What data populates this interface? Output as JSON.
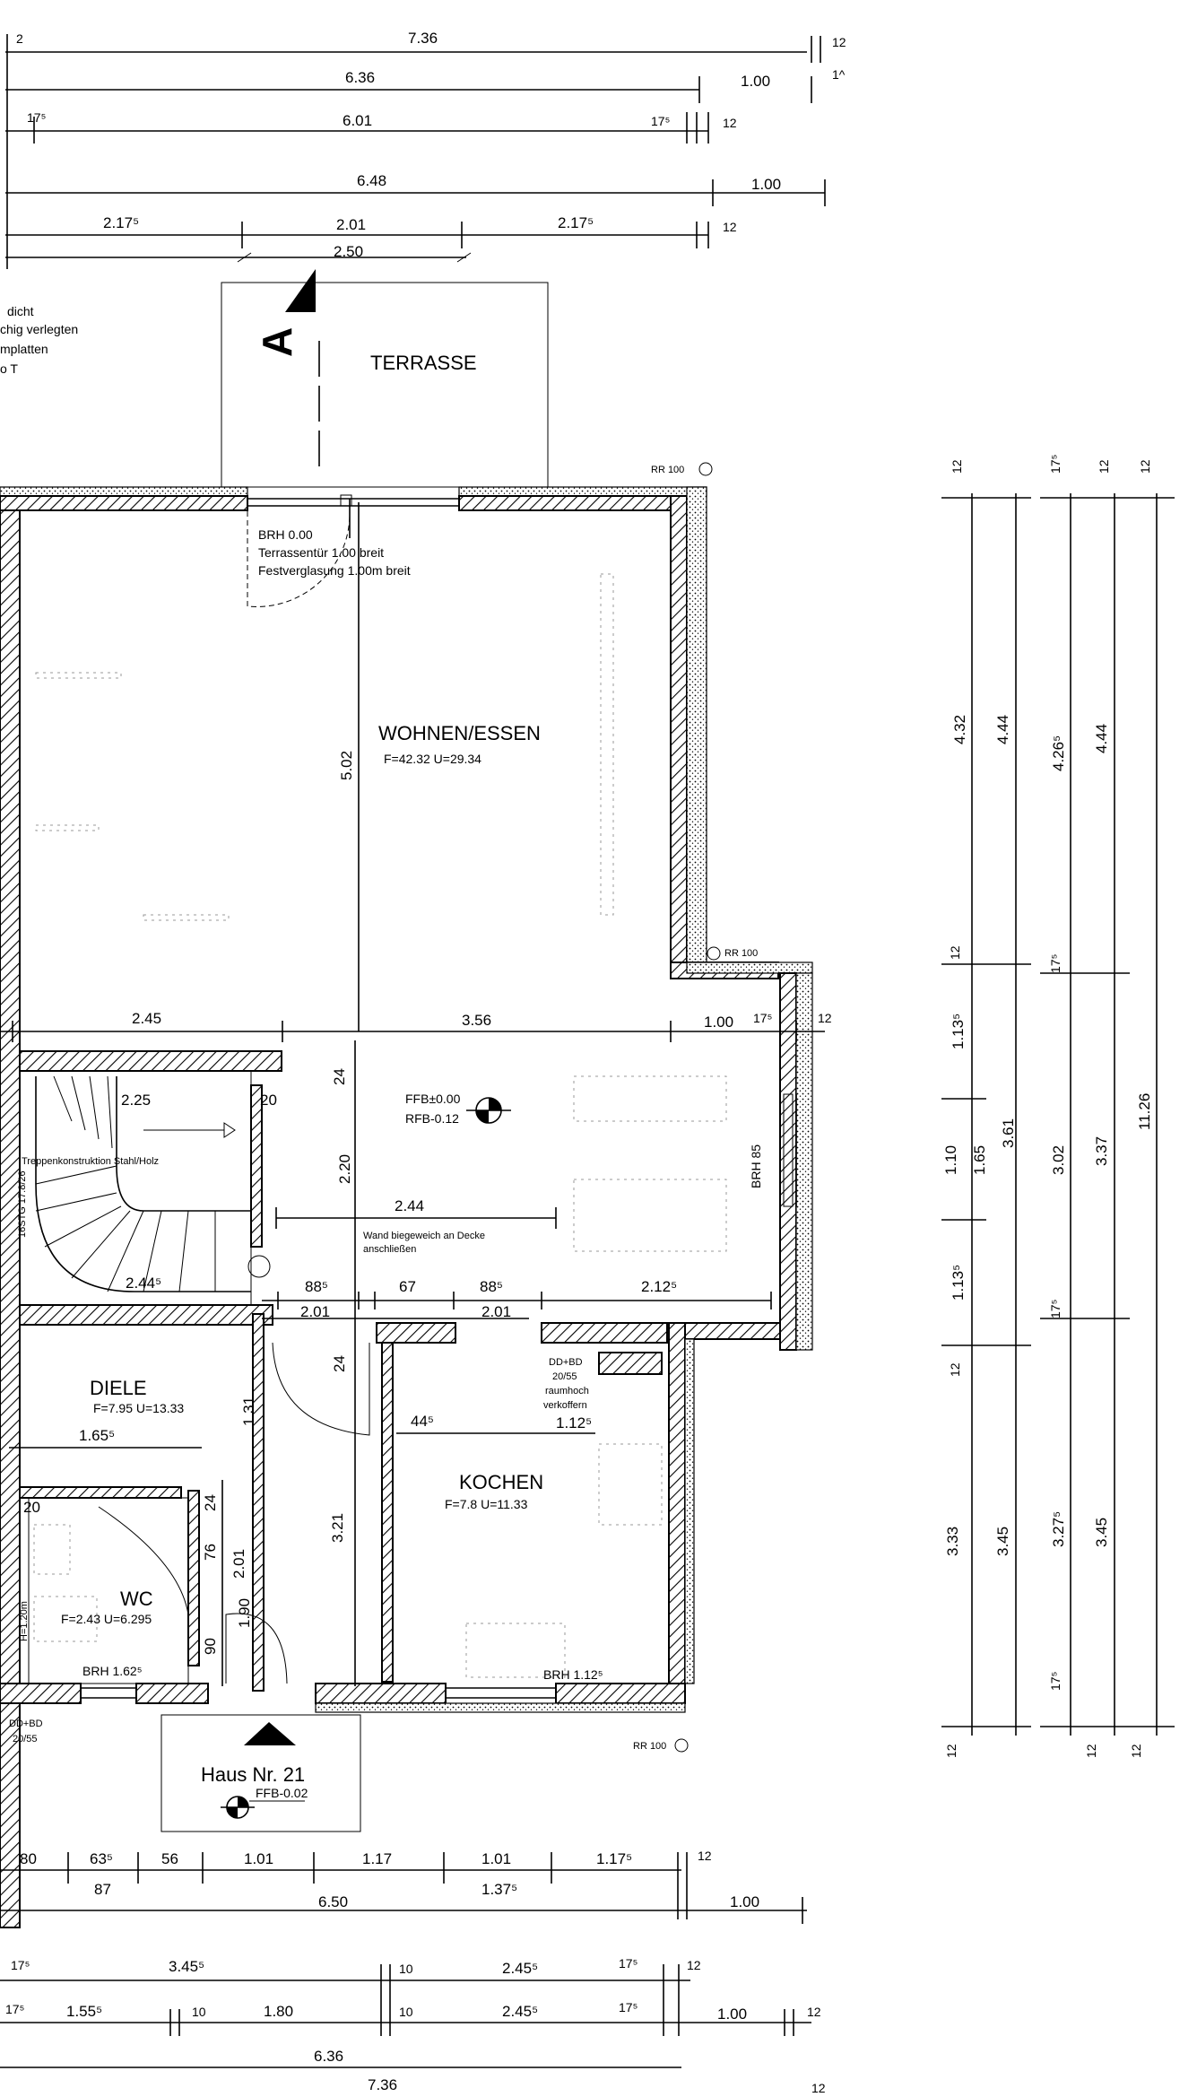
{
  "top_dims": {
    "r1_total": "7.36",
    "r1_right": "12",
    "r1_left": "2",
    "r2_total": "6.36",
    "r2_right": "1.00",
    "r2_far": "1^",
    "r3_left": "17⁵",
    "r3_mid": "6.01",
    "r3_right": "17⁵",
    "r3_far": "12",
    "r4_mid": "6.48",
    "r4_right": "1.00",
    "r5_a": "2.17⁵",
    "r5_b": "2.01",
    "r5_c": "2.17⁵",
    "r5_far": "12",
    "r6_mid": "2.50"
  },
  "note_left": [
    "dicht",
    "chig verlegten",
    "mplatten",
    "o T"
  ],
  "section_marker": "A",
  "terrace": "TERRASSE",
  "rr_labels": [
    "RR 100",
    "RR 100",
    "RR 100"
  ],
  "door_note": [
    "BRH 0.00",
    "Terrassentür 1.00 breit",
    "Festverglasung 1.00m breit"
  ],
  "living": {
    "name": "WOHNEN/ESSEN",
    "area": "F=42.32 U=29.34",
    "depth": "5.02"
  },
  "mid_dims": {
    "a": "2.45",
    "b": "3.56",
    "c": "1.00",
    "d": "17⁵",
    "e": "12",
    "stair_w": "2.25",
    "stair_gap": "20",
    "h24a": "24",
    "h220": "2.20",
    "wall_len": "2.44",
    "stair_bottom": "2.44⁵",
    "b1": "88⁵",
    "b2": "67",
    "b3": "88⁵",
    "b4": "2.12⁵",
    "c1": "2.01",
    "c2": "2.01",
    "h24b": "24"
  },
  "ffb": [
    "FFB±0.00",
    "RFB-0.12"
  ],
  "stair_text": "Treppenkonstruktion Stahl/Holz",
  "stair_side": "16STG 17.8/26",
  "wall_note": [
    "Wand biegeweich an Decke",
    "anschließen"
  ],
  "brh85": "BRH 85",
  "hall": {
    "name": "DIELE",
    "area": "F=7.95 U=13.33",
    "w": "1.65⁵",
    "h": "1.31"
  },
  "wc": {
    "name": "WC",
    "area": "F=2.43 U=6.295",
    "brh": "BRH 1.62⁵",
    "side": "H=1.20m"
  },
  "hall_vert": [
    "24",
    "76",
    "2.01",
    "1.90",
    "90",
    "20"
  ],
  "kitchen": {
    "name": "KOCHEN",
    "area": "F=7.8 U=11.33",
    "brh": "BRH 1.12⁵",
    "depth": "3.21",
    "w1": "44⁵",
    "w2": "1.12⁵"
  },
  "kitchen_note": [
    "DD+BD",
    "20/55",
    "raumhoch",
    "verkoffern"
  ],
  "entry_note": [
    "DD+BD",
    "20/55"
  ],
  "house": {
    "name": "Haus Nr. 21",
    "ffb": "FFB-0.02"
  },
  "bottom_dims": {
    "r1": [
      "80",
      "63⁵",
      "56",
      "1.01",
      "1.17",
      "1.01",
      "1.17⁵",
      "12"
    ],
    "r1b": [
      "87",
      "1.37⁵"
    ],
    "r2_total": "6.50",
    "r2_right": "1.00",
    "r3": [
      "17⁵",
      "3.45⁵",
      "10",
      "2.45⁵",
      "17⁵",
      "12"
    ],
    "r4": [
      "17⁵",
      "1.55⁵",
      "10",
      "1.80",
      "10",
      "2.45⁵",
      "17⁵",
      "1.00",
      "12"
    ],
    "r5_total": "6.36",
    "r6_total": "7.36",
    "r6_right": "12"
  },
  "right_col1": {
    "top": "12",
    "a": "4.32",
    "b": "4.44",
    "c": "12",
    "d": "1.13⁵",
    "e": "1.10",
    "f": "1.65",
    "g": "3.61",
    "h": "1.13⁵",
    "i": "12",
    "j": "3.33",
    "k": "3.45",
    "l": "12"
  },
  "right_col2": {
    "top1": "17⁵",
    "top2": "12",
    "top3": "12",
    "a": "4.26⁵",
    "b": "4.44",
    "c": "11.26",
    "d": "17⁵",
    "e": "3.02",
    "f": "3.37",
    "g": "17⁵",
    "h": "3.27⁵",
    "i": "3.45",
    "j": "17⁵",
    "k": "12",
    "l": "12"
  }
}
